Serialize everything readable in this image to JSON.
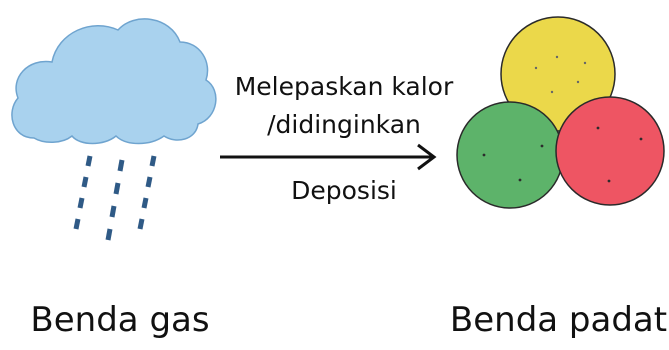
{
  "process": {
    "line1": "Melepaskan kalor",
    "line2": "/didinginkan",
    "name": "Deposisi"
  },
  "gas": {
    "caption": "Benda gas",
    "cloud_icon": "cloud-icon",
    "rain_icon": "rain-dashes-icon"
  },
  "solid": {
    "caption": "Benda padat",
    "particles": [
      {
        "name": "yellow",
        "color": "#EBD84A"
      },
      {
        "name": "green",
        "color": "#5DB36A"
      },
      {
        "name": "red",
        "color": "#EE5563"
      }
    ]
  },
  "colors": {
    "cloud_fill": "#A9D2EE",
    "cloud_stroke": "#6FA4CF",
    "rain": "#2F5A86",
    "arrow": "#111111",
    "text": "#111111"
  }
}
